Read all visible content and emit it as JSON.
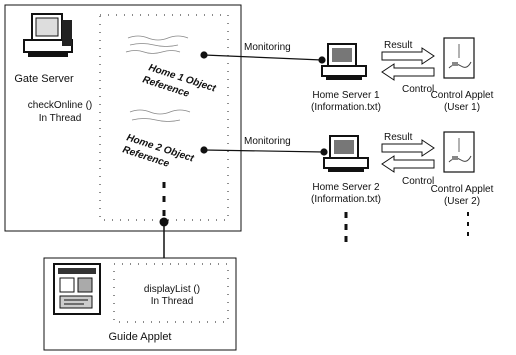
{
  "gate_server": {
    "label": "Gate Server",
    "check_online_line1": "checkOnline ()",
    "check_online_line2": "In Thread",
    "icon": "monitor-computer-icon"
  },
  "object_refs": [
    {
      "line1": "Home 1 Object",
      "line2": "Reference"
    },
    {
      "line1": "Home 2 Object",
      "line2": "Reference"
    }
  ],
  "home_servers": [
    {
      "name": "Home Server 1",
      "info": "(Information.txt)",
      "monitoring": "Monitoring",
      "result": "Result",
      "control": "Control",
      "applet_line1": "Control Applet",
      "applet_line2": "(User 1)"
    },
    {
      "name": "Home Server 2",
      "info": "(Information.txt)",
      "monitoring": "Monitoring",
      "result": "Result",
      "control": "Control",
      "applet_line1": "Control Applet",
      "applet_line2": "(User 2)"
    }
  ],
  "guide_applet": {
    "label": "Guide Applet",
    "display_line1": "displayList ()",
    "display_line2": "In Thread",
    "icon": "applet-screenshot-icon"
  },
  "colors": {
    "line": "#111111",
    "dotted": "#333333",
    "background": "#ffffff"
  }
}
